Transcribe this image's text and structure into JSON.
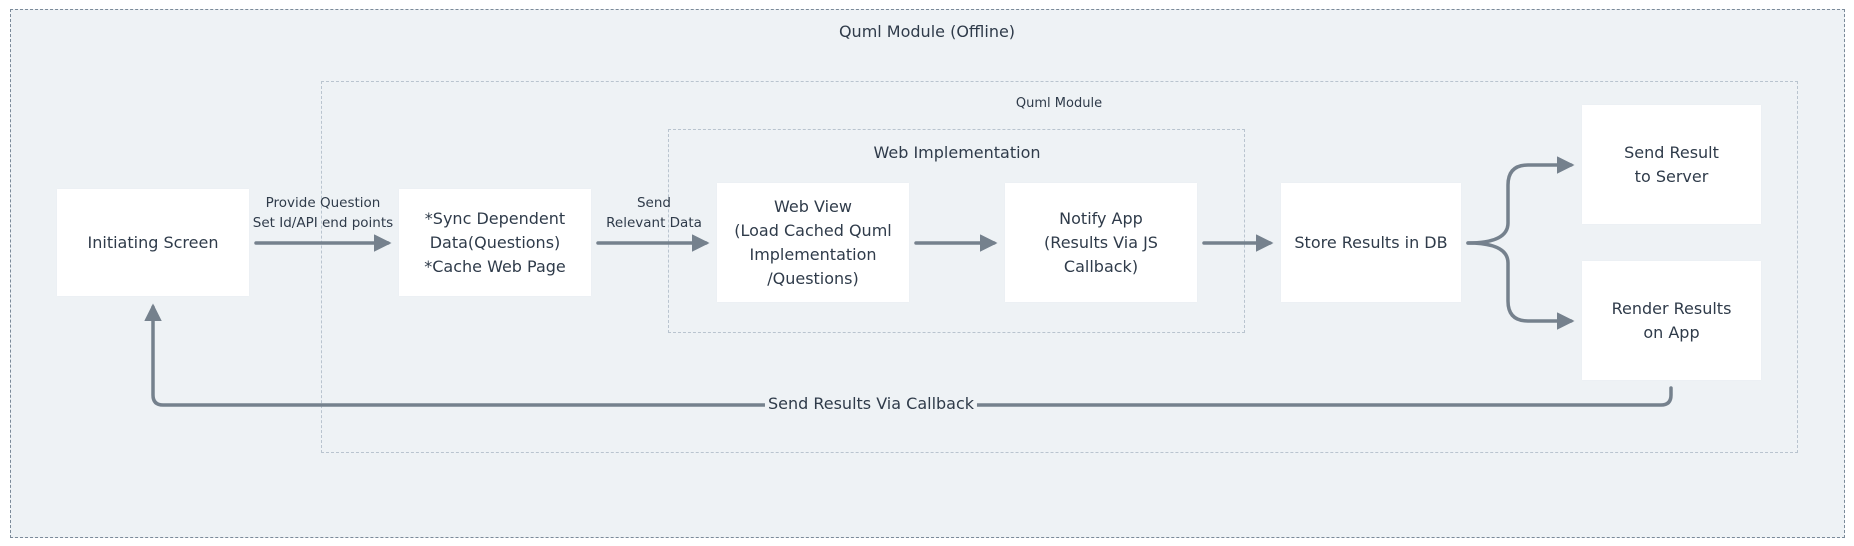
{
  "groups": {
    "outer": "Quml Module (Offline)",
    "inner": "Quml Module",
    "web": "Web Implementation"
  },
  "nodes": {
    "initiating": "Initiating Screen",
    "sync": "*Sync Dependent\nData(Questions)\n*Cache Web Page",
    "webview": "Web View\n(Load Cached Quml\nImplementation\n/Questions)",
    "notify": "Notify App\n(Results Via JS\nCallback)",
    "store": "Store Results in DB",
    "send_server": "Send Result\nto Server",
    "render": "Render Results\non  App"
  },
  "edges": {
    "provide": "Provide Question\nSet Id/API end points",
    "send_relevant": "Send\nRelevant Data",
    "callback": "Send Results Via Callback"
  },
  "colors": {
    "outer_fill": "#eef2f5",
    "outer_border": "#7b8a99",
    "inner_border": "#b9c4cf",
    "arrow": "#75818d",
    "node_fill": "#ffffff"
  }
}
